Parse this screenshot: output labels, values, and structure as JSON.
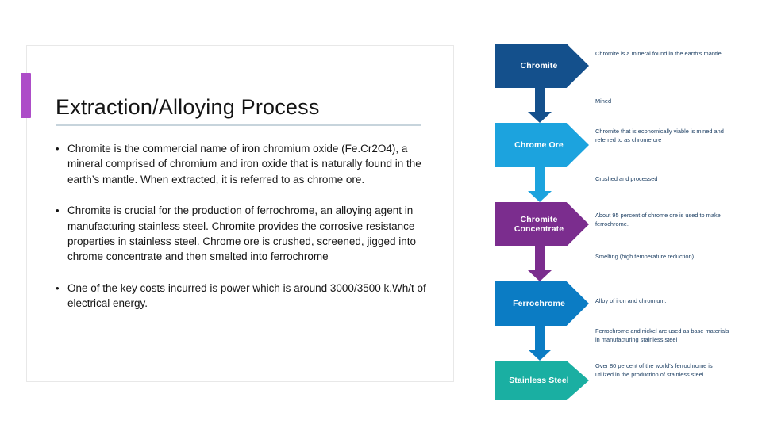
{
  "slide": {
    "title": "Extraction/Alloying Process",
    "bullet_marker": "•",
    "bullets": [
      "Chromite is the commercial name of iron chromium oxide (Fe.Cr2O4), a mineral comprised of chromium and iron oxide that is naturally found in the earth’s mantle. When extracted, it is referred to as chrome ore.",
      "Chromite is crucial for the production of ferrochrome, an alloying agent in manufacturing stainless steel. Chromite provides the corrosive resistance properties in stainless steel. Chrome ore is crushed, screened, jigged into chrome concentrate and then smelted into ferrochrome",
      "One of the key costs incurred is power which is around 3000/3500 k.Wh/t of electrical energy."
    ],
    "accent_color": "#ad4dc8",
    "rule_color": "#c7d4dc"
  },
  "diagram": {
    "stages": [
      {
        "label": "Chromite",
        "color": "#14508c",
        "description": "Chromite is a mineral found in the earth's mantle."
      },
      {
        "label": "Chrome Ore",
        "color": "#1ca3de",
        "description": "Chromite that is economically viable is mined and referred to as chrome ore"
      },
      {
        "label": "Chromite Concentrate",
        "color": "#7b2d8e",
        "description": "About 95 percent of chrome ore is used to make ferrochrome."
      },
      {
        "label": "Ferrochrome",
        "color": "#0b7cc4",
        "description": "Alloy of iron and chromium."
      },
      {
        "label": "Stainless Steel",
        "color": "#1aafa2",
        "description": "Over 80 percent of the world's ferrochrome is utilized in the production of stainless steel"
      }
    ],
    "connectors": [
      {
        "process": "Mined",
        "color": "#14508c"
      },
      {
        "process": "Crushed and processed",
        "color": "#1ca3de"
      },
      {
        "process": "Smelting (high temperature reduction)",
        "color": "#7b2d8e"
      },
      {
        "process": "Ferrochrome and nickel are used as base materials in manufacturing stainless steel",
        "color": "#0b7cc4"
      }
    ]
  }
}
